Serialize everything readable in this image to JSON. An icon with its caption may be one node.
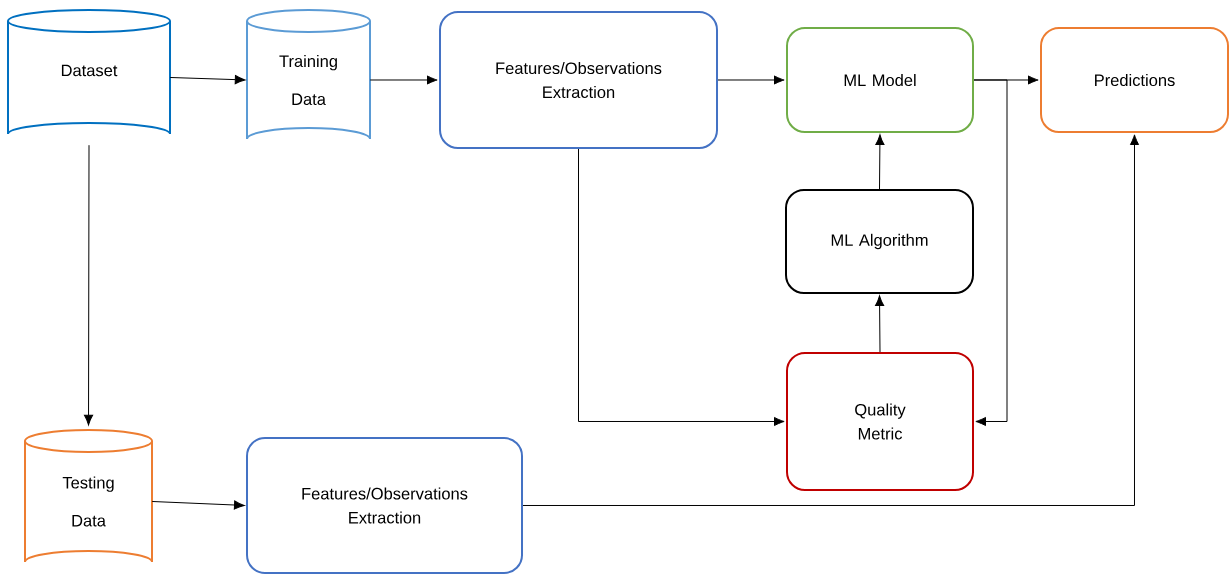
{
  "diagram": {
    "nodes": [
      {
        "text": [
          "Dataset"
        ]
      },
      {
        "text": [
          "Training Data"
        ]
      },
      {
        "text": [
          "Features/Observations Extraction"
        ]
      },
      {
        "text": [
          "ML Model"
        ]
      },
      {
        "text": [
          "Predictions"
        ]
      },
      {
        "text": [
          "ML Algorithm"
        ]
      },
      {
        "text": [
          "Quality Metric"
        ]
      },
      {
        "text": [
          "Testing Data"
        ]
      },
      {
        "text": [
          "Features/Observations Extraction"
        ]
      }
    ],
    "edges": [
      {
        "from": 0,
        "to": 1,
        "arrow": "to"
      },
      {
        "from": 1,
        "to": 2,
        "arrow": "to"
      },
      {
        "from": 2,
        "to": 3,
        "arrow": "to"
      },
      {
        "from": 3,
        "to": 4,
        "arrow": "to"
      },
      {
        "from": 2,
        "to": 6,
        "arrow": "to"
      },
      {
        "from": 6,
        "to": 5,
        "arrow": "to"
      },
      {
        "from": 5,
        "to": 3,
        "arrow": "to"
      },
      {
        "from": 3,
        "to": 6,
        "arrow": "to"
      },
      {
        "from": 0,
        "to": 7,
        "arrow": "to"
      },
      {
        "from": 7,
        "to": 8,
        "arrow": "to"
      },
      {
        "from": 8,
        "to": 4,
        "arrow": "to"
      }
    ]
  }
}
